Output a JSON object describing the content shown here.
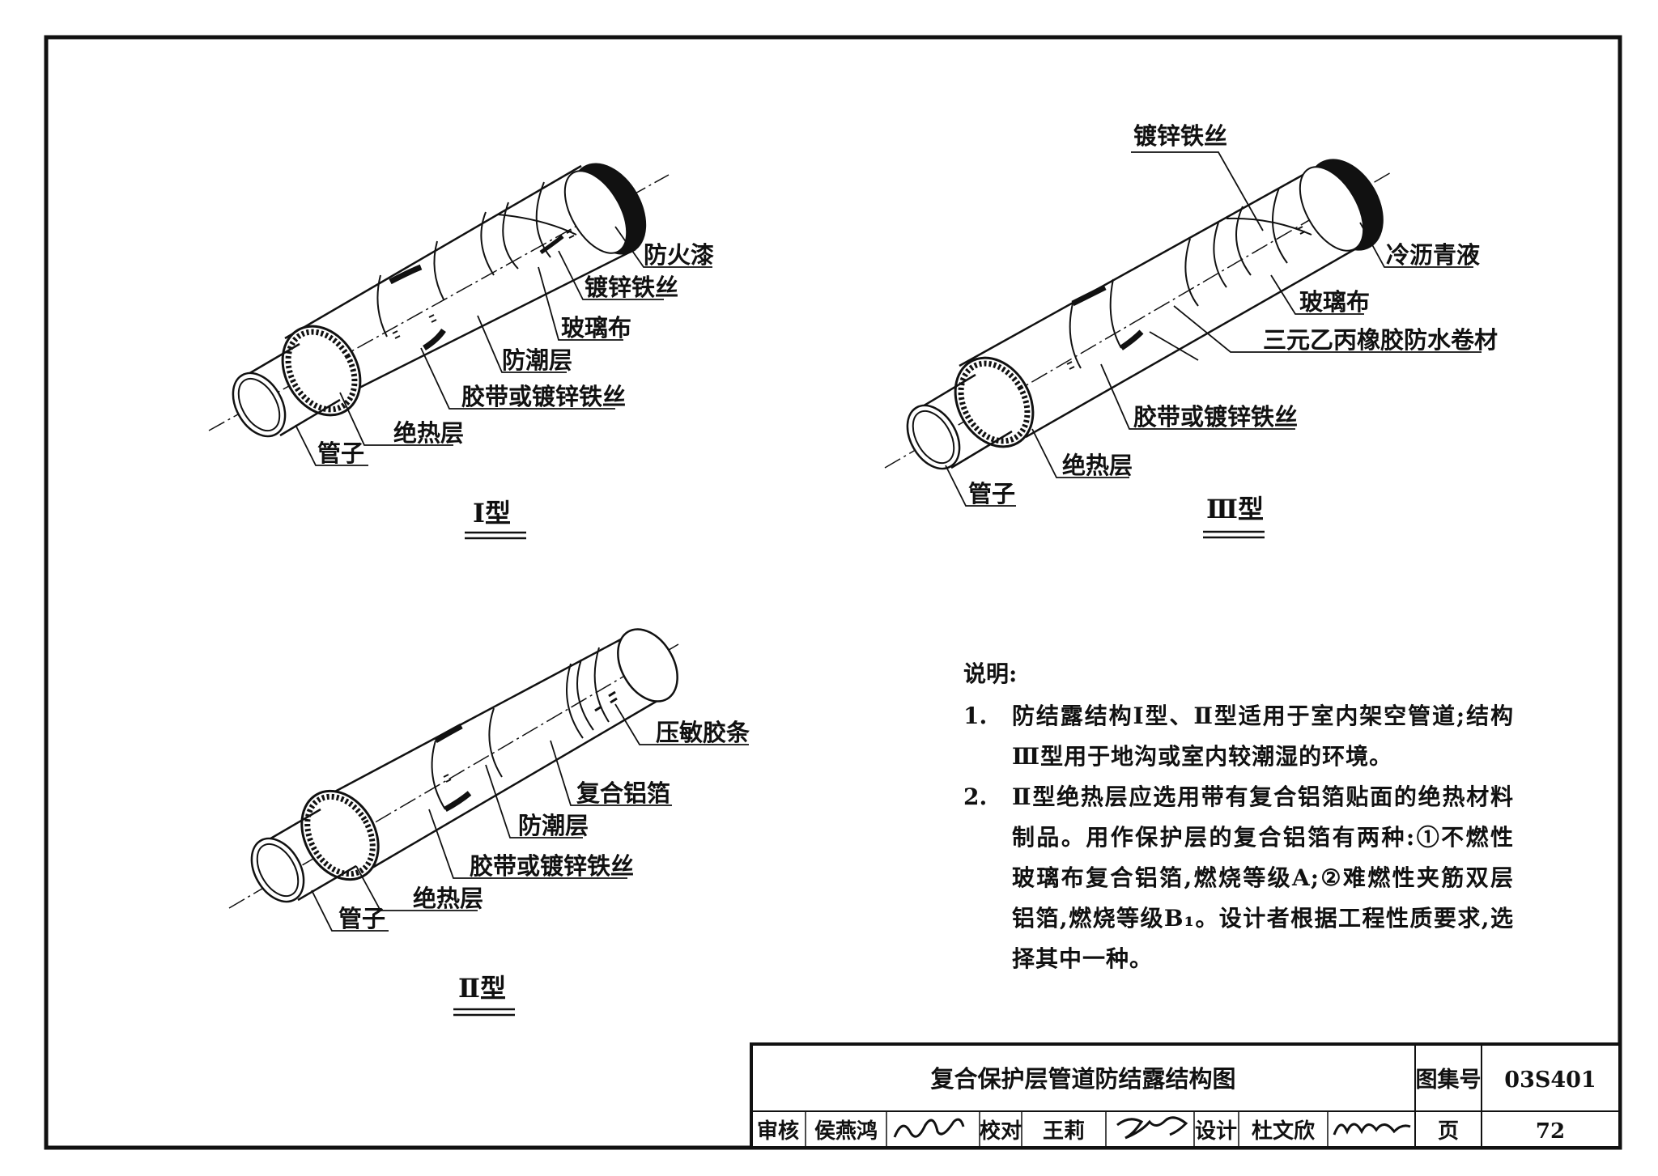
{
  "figures": [
    {
      "id": "type1",
      "caption": "Ⅰ型",
      "labels": {
        "fire_paint": "防火漆",
        "galv_wire_outer": "镀锌铁丝",
        "glass_cloth": "玻璃布",
        "moisture_layer": "防潮层",
        "tape_or_wire": "胶带或镀锌铁丝",
        "insulation": "绝热层",
        "pipe": "管子"
      }
    },
    {
      "id": "type3",
      "caption": "Ⅲ型",
      "labels": {
        "galv_wire_outer": "镀锌铁丝",
        "cold_asphalt": "冷沥青液",
        "glass_cloth": "玻璃布",
        "epdm_membrane": "三元乙丙橡胶防水卷材",
        "tape_or_wire": "胶带或镀锌铁丝",
        "insulation": "绝热层",
        "pipe": "管子"
      }
    },
    {
      "id": "type2",
      "caption": "Ⅱ型",
      "labels": {
        "pressure_strip": "压敏胶条",
        "aluminum_foil": "复合铝箔",
        "moisture_layer": "防潮层",
        "tape_or_wire": "胶带或镀锌铁丝",
        "insulation": "绝热层",
        "pipe": "管子"
      }
    }
  ],
  "notes": {
    "heading": "说明:",
    "items": [
      {
        "num": "1.",
        "text": "防结露结构Ⅰ型、Ⅱ型适用于室内架空管道;结构Ⅲ型用于地沟或室内较潮湿的环境。"
      },
      {
        "num": "2.",
        "text": "Ⅱ型绝热层应选用带有复合铝箔贴面的绝热材料制品。用作保护层的复合铝箔有两种:①不燃性玻璃布复合铝箔,燃烧等级A;②难燃性夹筋双层铝箔,燃烧等级B₁。设计者根据工程性质要求,选择其中一种。"
      }
    ]
  },
  "title_block": {
    "title": "复合保护层管道防结露结构图",
    "atlas_label": "图集号",
    "atlas_no": "03S401",
    "review_label": "审核",
    "reviewer": "侯燕鸿",
    "check_label": "校对",
    "checker": "王莉",
    "design_label": "设计",
    "designer": "杜文欣",
    "page_label": "页",
    "page_no": "72"
  }
}
